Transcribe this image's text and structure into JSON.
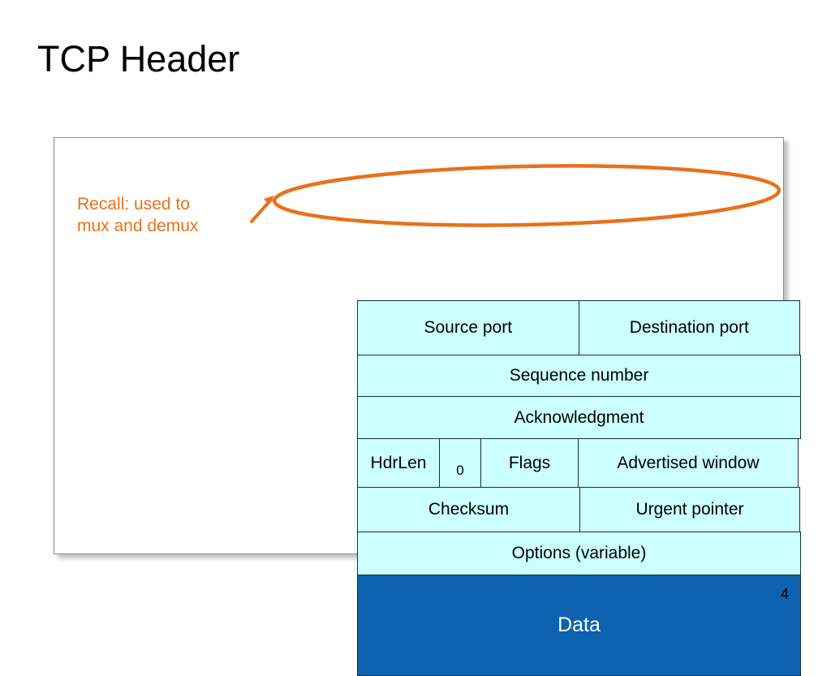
{
  "slide": {
    "title": "TCP Header",
    "page_number": "4",
    "accent_color": "#E8711A",
    "field_fill_color": "#CCFFFF",
    "data_fill_color": "#0F62B0",
    "border_color": "#16303a"
  },
  "annotation": {
    "icon": "arrow-up-right-icon",
    "highlight_icon": "ellipse-highlight-icon",
    "lines": [
      "Recall: used to",
      "mux and demux"
    ]
  },
  "tcp_header": {
    "rows": [
      {
        "name": "ports-row",
        "cells": [
          {
            "label": "Source port"
          },
          {
            "label": "Destination port"
          }
        ]
      },
      {
        "name": "sequence-number-row",
        "cells": [
          {
            "label": "Sequence number"
          }
        ]
      },
      {
        "name": "acknowledgment-row",
        "cells": [
          {
            "label": "Acknowledgment"
          }
        ]
      },
      {
        "name": "hdrlen-flags-row",
        "cells": [
          {
            "label": "HdrLen"
          },
          {
            "label": "0"
          },
          {
            "label": "Flags"
          },
          {
            "label": "Advertised window"
          }
        ]
      },
      {
        "name": "checksum-row",
        "cells": [
          {
            "label": "Checksum"
          },
          {
            "label": "Urgent pointer"
          }
        ]
      },
      {
        "name": "options-row",
        "cells": [
          {
            "label": "Options (variable)"
          }
        ]
      },
      {
        "name": "data-row",
        "cells": [
          {
            "label": "Data"
          }
        ]
      }
    ]
  }
}
